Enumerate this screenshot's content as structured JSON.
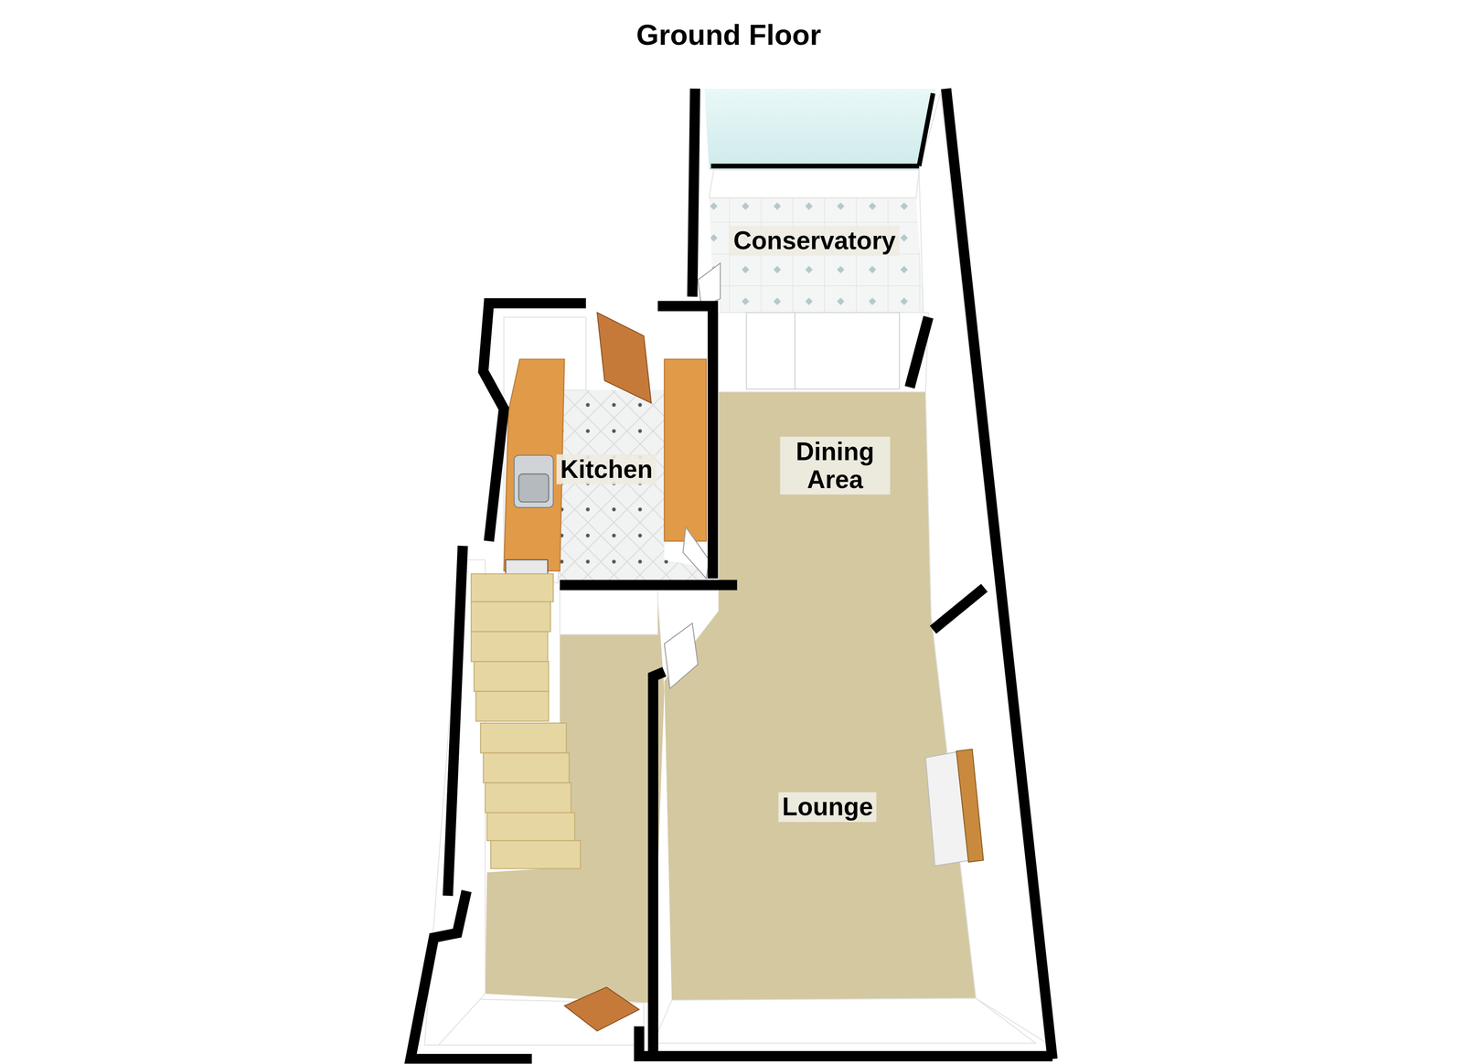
{
  "diagram": {
    "title": "Ground Floor",
    "labels": [
      "Conservatory",
      "Kitchen",
      "Dining Area",
      "Lounge"
    ]
  }
}
